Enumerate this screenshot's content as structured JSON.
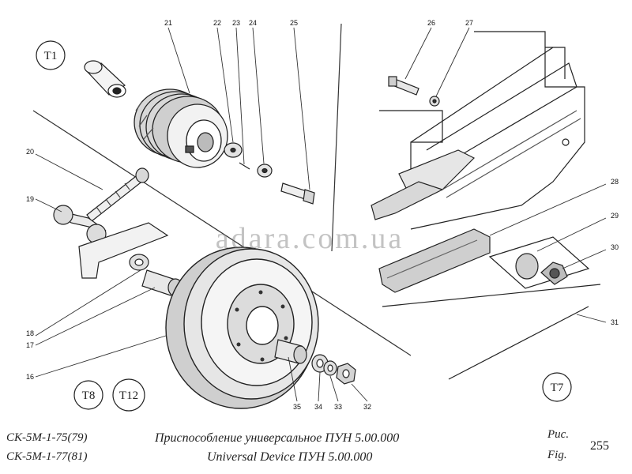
{
  "watermark": "adara.com.ua",
  "zones": [
    "T1",
    "T7",
    "T8",
    "T12"
  ],
  "callouts": [
    "16",
    "17",
    "18",
    "19",
    "20",
    "21",
    "22",
    "23",
    "24",
    "25",
    "26",
    "27",
    "28",
    "29",
    "30",
    "31",
    "32",
    "33",
    "34",
    "35"
  ],
  "caption": {
    "model_1": "СК-5М-1-75(79)",
    "model_2": "СК-5М-1-77(81)",
    "title_ru": "Приспособление универсальное ПУН 5.00.000",
    "title_en": "Universal Device ПУН 5.00.000",
    "fig_ru": "Рис.",
    "fig_en": "Fig.",
    "fig_number": "255"
  }
}
